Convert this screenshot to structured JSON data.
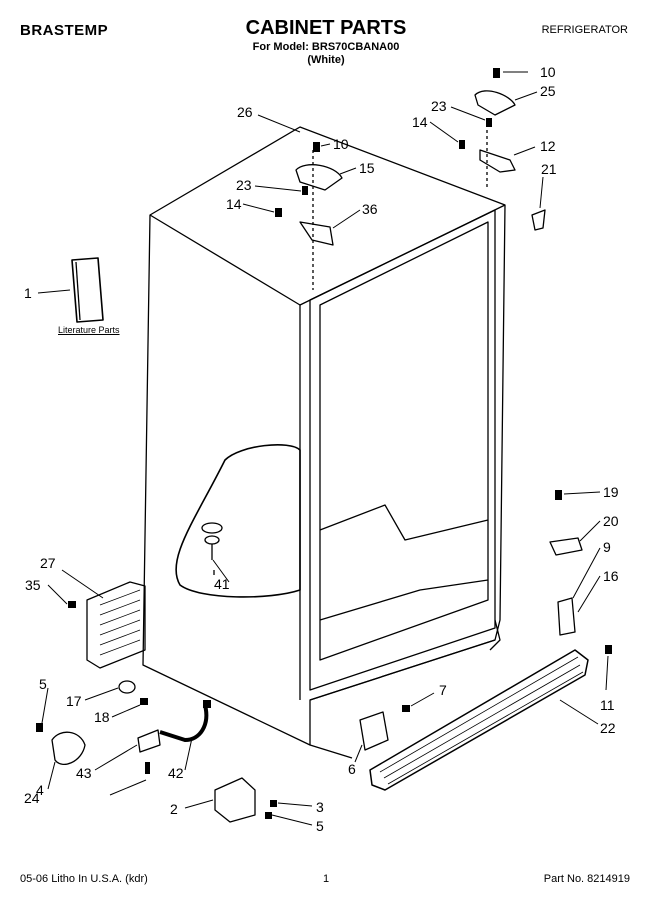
{
  "header": {
    "brand": "BRASTEMP",
    "title": "CABINET PARTS",
    "model_line": "For Model: BRS70CBANA00",
    "color_line": "(White)",
    "category": "REFRIGERATOR"
  },
  "footer": {
    "litho": "05-06 Litho In U.S.A. (kdr)",
    "page": "1",
    "part_no": "Part No. 8214919"
  },
  "diagram": {
    "literature_label": "Literature Parts",
    "callouts": [
      "1",
      "2",
      "3",
      "4",
      "5",
      "5",
      "6",
      "7",
      "9",
      "10",
      "10",
      "11",
      "12",
      "14",
      "14",
      "15",
      "16",
      "17",
      "18",
      "19",
      "20",
      "21",
      "22",
      "23",
      "23",
      "24",
      "25",
      "26",
      "27",
      "35",
      "36",
      "41",
      "42",
      "43"
    ]
  }
}
